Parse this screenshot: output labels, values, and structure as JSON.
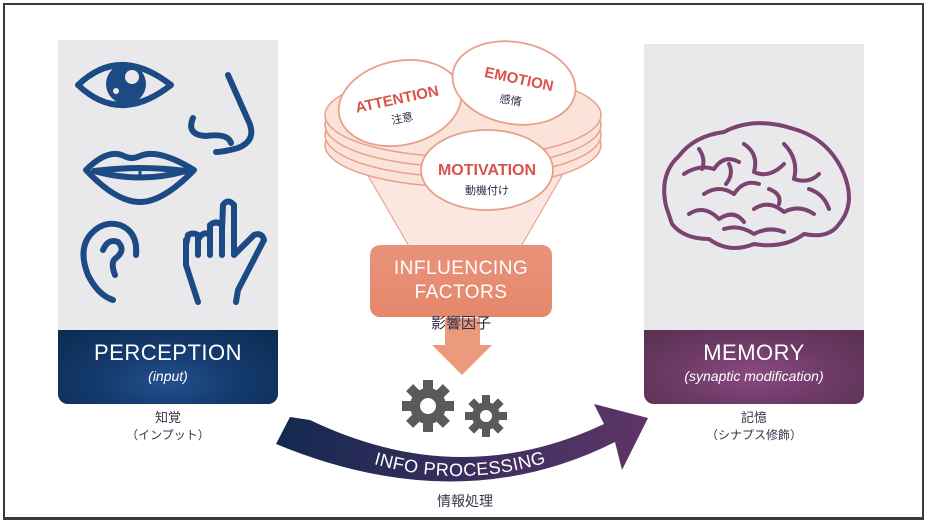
{
  "perception": {
    "title": "PERCEPTION",
    "subtitle": "(input)",
    "jp_title": "知覚",
    "jp_subtitle": "（インプット）",
    "icons": [
      "eye-icon",
      "nose-icon",
      "mouth-icon",
      "ear-icon",
      "pointing-hand-icon"
    ],
    "color": "#143a6d"
  },
  "influencing_factors": {
    "factors": [
      {
        "label": "ATTENTION",
        "jp": "注意"
      },
      {
        "label": "EMOTION",
        "jp": "感情"
      },
      {
        "label": "MOTIVATION",
        "jp": "動機付け"
      }
    ],
    "box_line1": "INFLUENCING",
    "box_line2": "FACTORS",
    "jp": "影響因子",
    "color": "#e5876b",
    "text_color": "#d9534a"
  },
  "processing": {
    "label": "INFO PROCESSING",
    "jp": "情報処理",
    "icon": "gears-icon"
  },
  "memory": {
    "title": "MEMORY",
    "subtitle": "(synaptic modification)",
    "jp_title": "記憶",
    "jp_subtitle": "（シナプス修飾）",
    "icon": "brain-icon",
    "color": "#6d3a67"
  }
}
